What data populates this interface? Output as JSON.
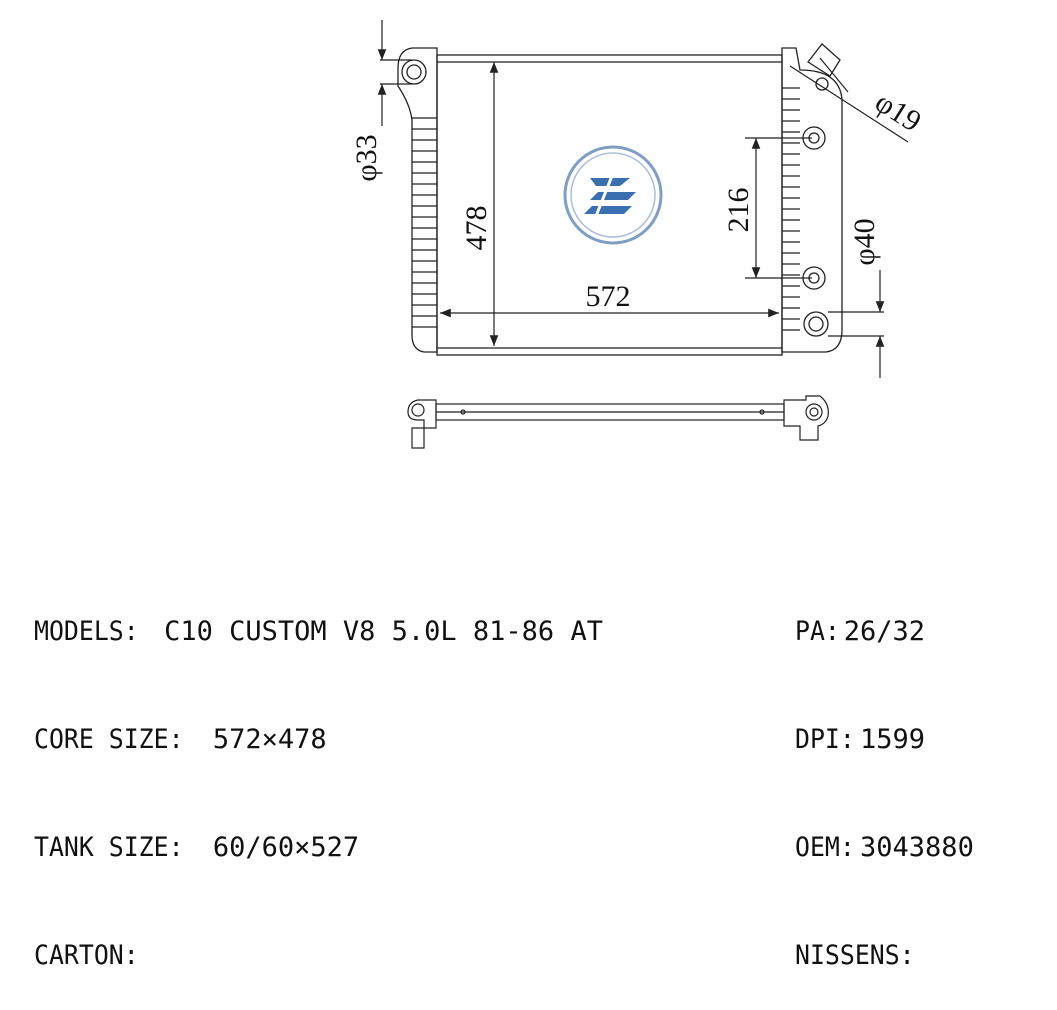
{
  "dimensions": {
    "width": "572",
    "height": "478",
    "inlet_outlet_spacing": "216",
    "inlet_dia": "φ33",
    "filler_dia": "φ19",
    "outlet_dia": "φ40"
  },
  "specs_left": [
    {
      "label": "MODELS:",
      "value": "C10 CUSTOM V8 5.0L 81-86 AT"
    },
    {
      "label": "CORE SIZE:",
      "value": "572×478"
    },
    {
      "label": "TANK SIZE:",
      "value": "60/60×527"
    },
    {
      "label": "CARTON:",
      "value": ""
    }
  ],
  "specs_right": [
    {
      "label": "PA:",
      "value": "26/32"
    },
    {
      "label": "DPI:",
      "value": "1599"
    },
    {
      "label": "OEM:",
      "value": "3043880"
    },
    {
      "label": "NISSENS:",
      "value": ""
    }
  ],
  "colors": {
    "line": "#222222",
    "logo_blue": "#3a6fb0",
    "logo_ring": "#7f9ec4"
  }
}
